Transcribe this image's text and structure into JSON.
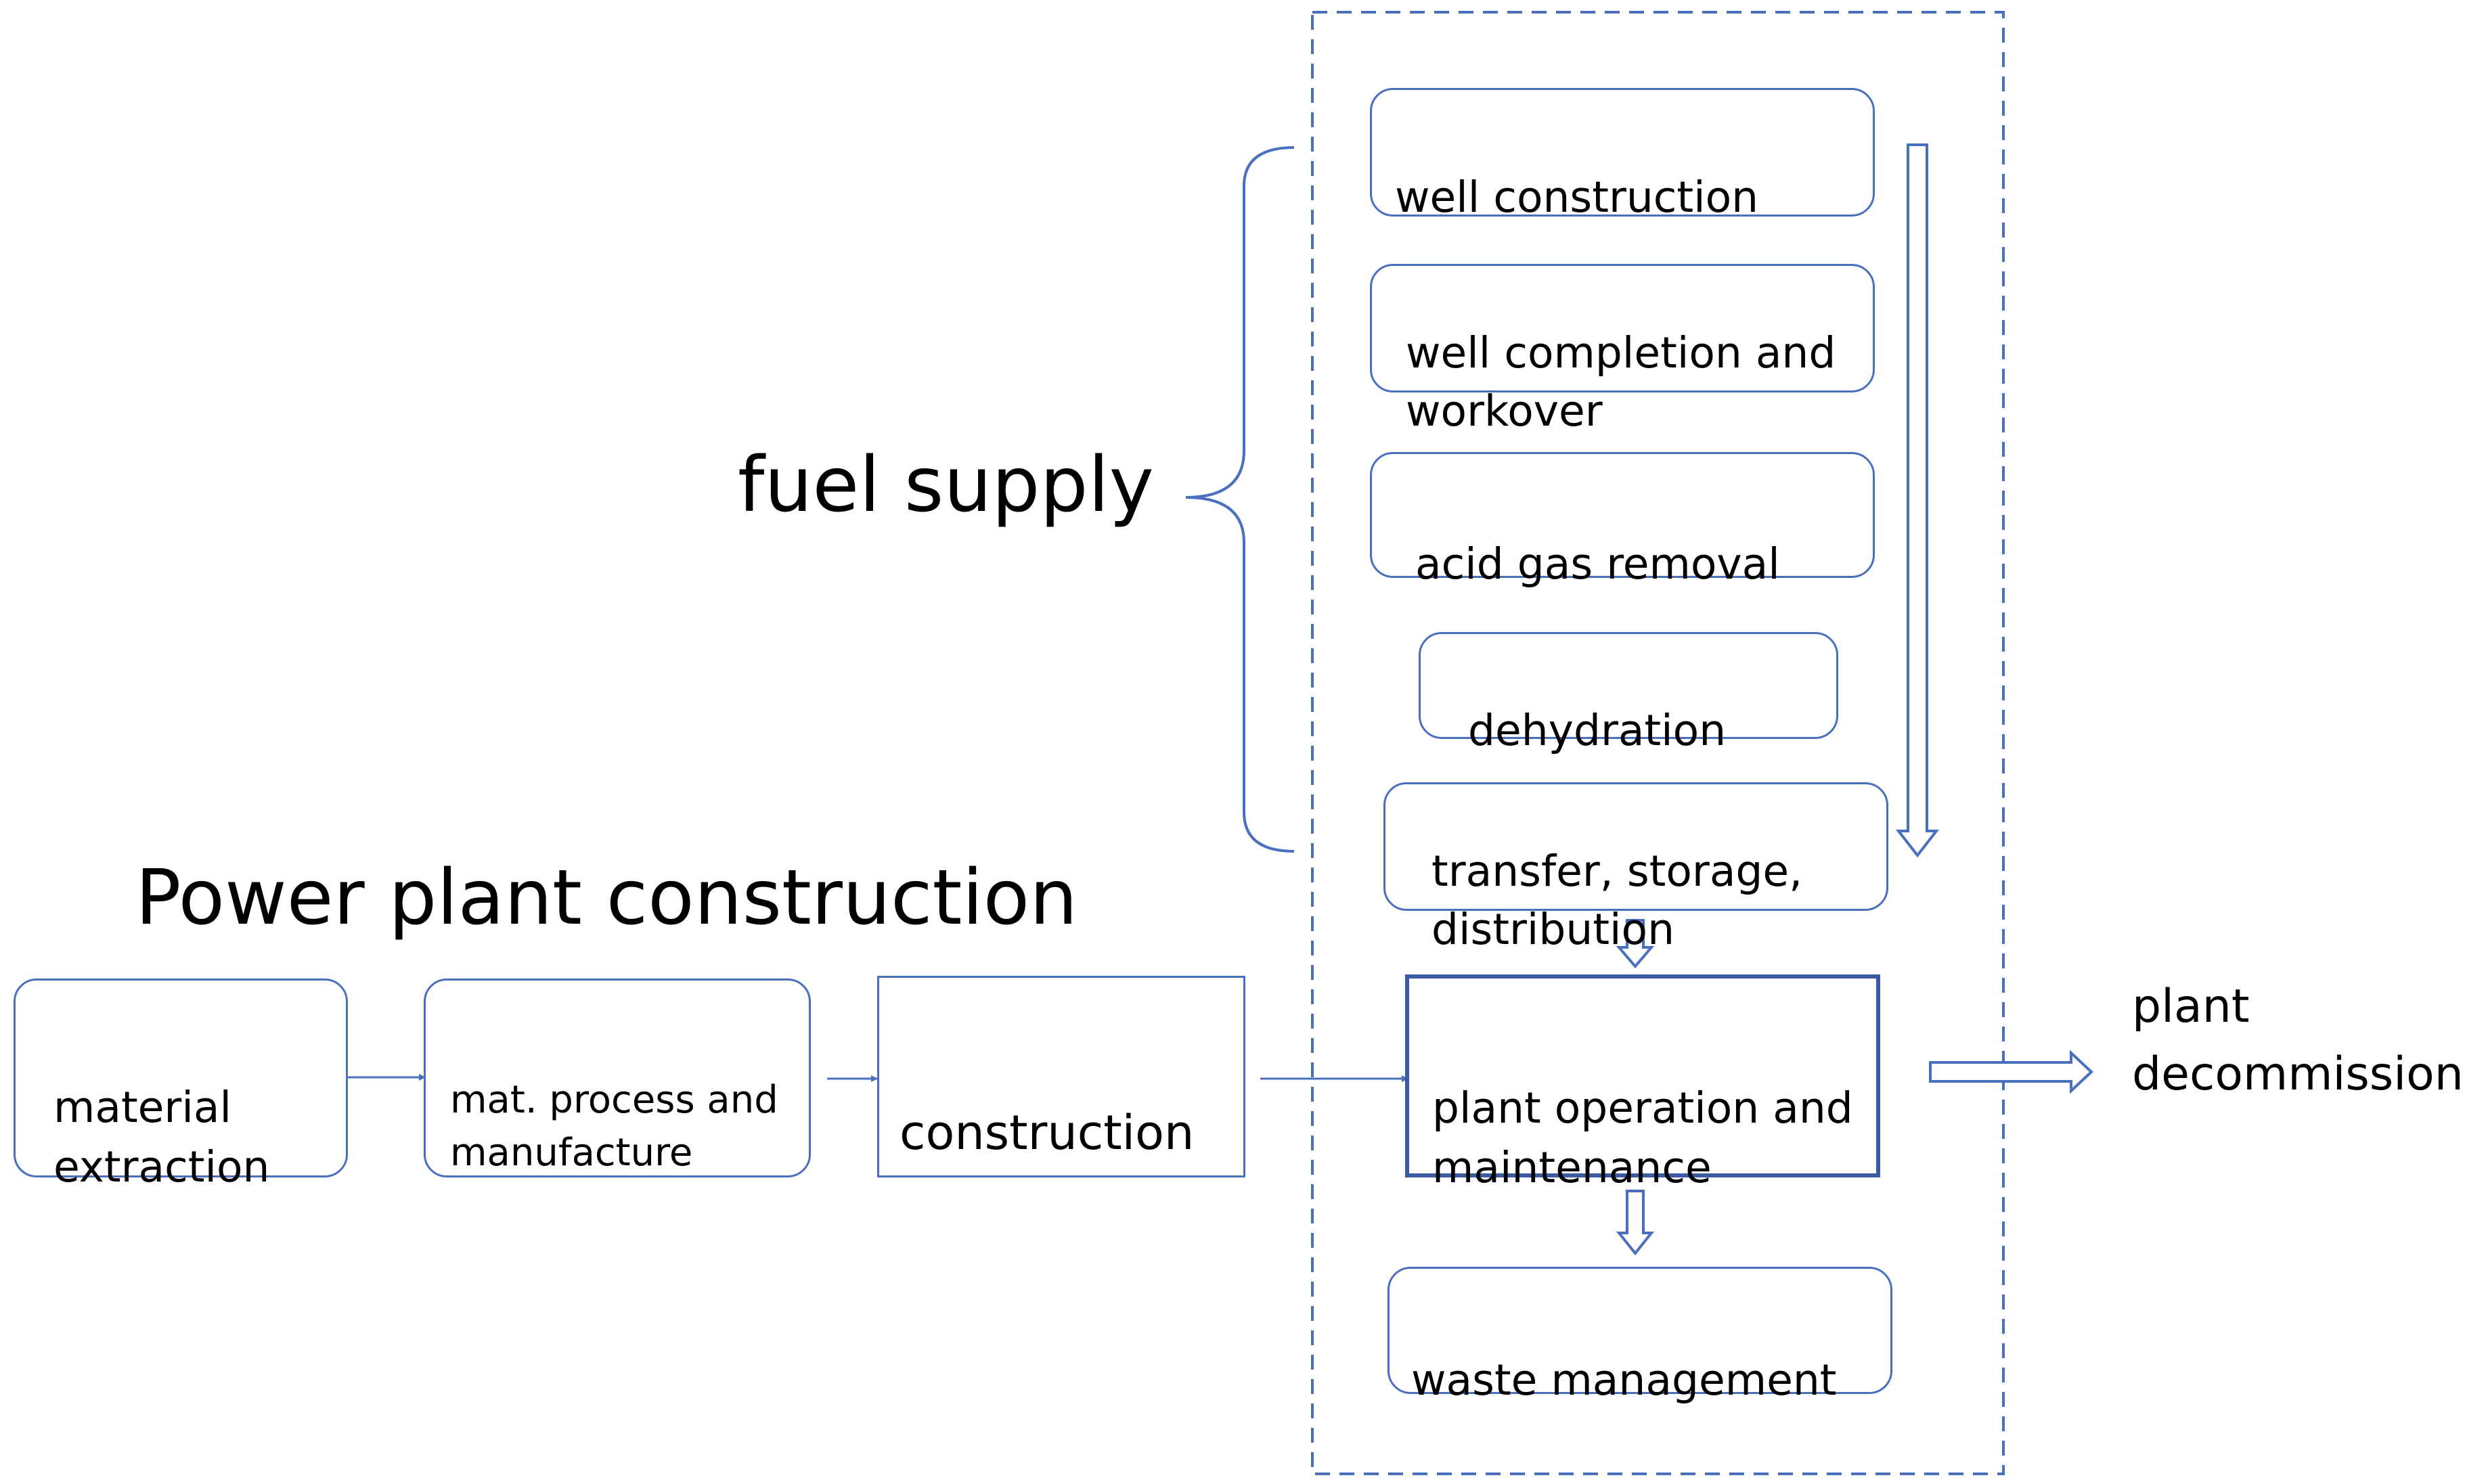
{
  "headings": {
    "fuel_supply": "fuel supply",
    "power_plant_construction": "Power plant construction"
  },
  "nodes": {
    "well_construction": "well construction",
    "well_completion": "well completion and\nworkover",
    "acid_gas_removal": "acid gas removal",
    "dehydration": "dehydration",
    "transfer": "transfer,  storage,\ndistribution",
    "plant_operation": "plant operation  and\nmaintenance",
    "waste_management": "waste management",
    "material_extraction": "material\nextraction",
    "mat_process": "mat. process and\nmanufacture",
    "construction": "construction"
  },
  "outputs": {
    "plant_decommission": "plant\ndecommission"
  },
  "colors": {
    "line": "#4a6fbf",
    "box_border": "#4a6fbf",
    "text": "#000000",
    "background": "#ffffff"
  }
}
